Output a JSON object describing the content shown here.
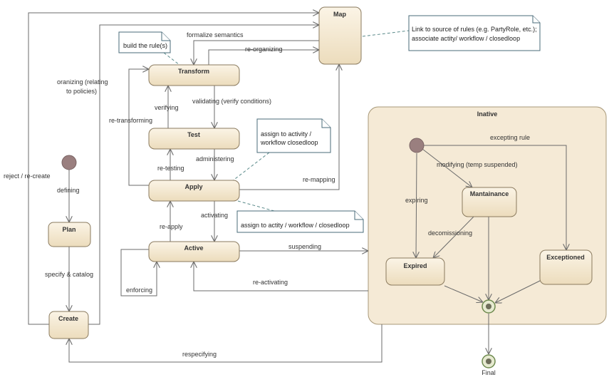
{
  "states": {
    "map": "Map",
    "transform": "Transform",
    "test": "Test",
    "apply": "Apply",
    "active": "Active",
    "plan": "Plan",
    "create": "Create",
    "inactive": "Inative",
    "maintenance": "Mantainance",
    "expired": "Expired",
    "exceptioned": "Exceptioned",
    "final": "Final"
  },
  "transitions": {
    "formalize": "formalize semantics",
    "reorganizing": "re-organizing",
    "organizing_1": "oranizing (relating",
    "organizing_2": "to policies)",
    "reject": "reject / re-create",
    "validating": "validating (verify conditions)",
    "verifying": "verifying",
    "retransforming": "re-transforming",
    "administering": "administering",
    "retesting": "re-testing",
    "remapping": "re-mapping",
    "activating": "activating",
    "reapply": "re-apply",
    "suspending": "suspending",
    "reactivating": "re-activating",
    "enforcing": "enforcing",
    "defining": "defining",
    "specify": "specify & catalog",
    "respecifying": "respecifying",
    "excepting": "excepting rule",
    "modifying": "modifying (temp suspended)",
    "expiring": "expiring",
    "decomissioning": "decomissioning"
  },
  "notes": {
    "build_rule": "build the rule(s)",
    "link_1": "Link to source of rules (e.g. PartyRole, etc.);",
    "link_2": "associate actity/ workflow / closedloop",
    "assign_1": "assign to activity /",
    "assign_2": "workflow  closedloop",
    "assign_bottom": "assign to actity / workflow / closedloop"
  }
}
